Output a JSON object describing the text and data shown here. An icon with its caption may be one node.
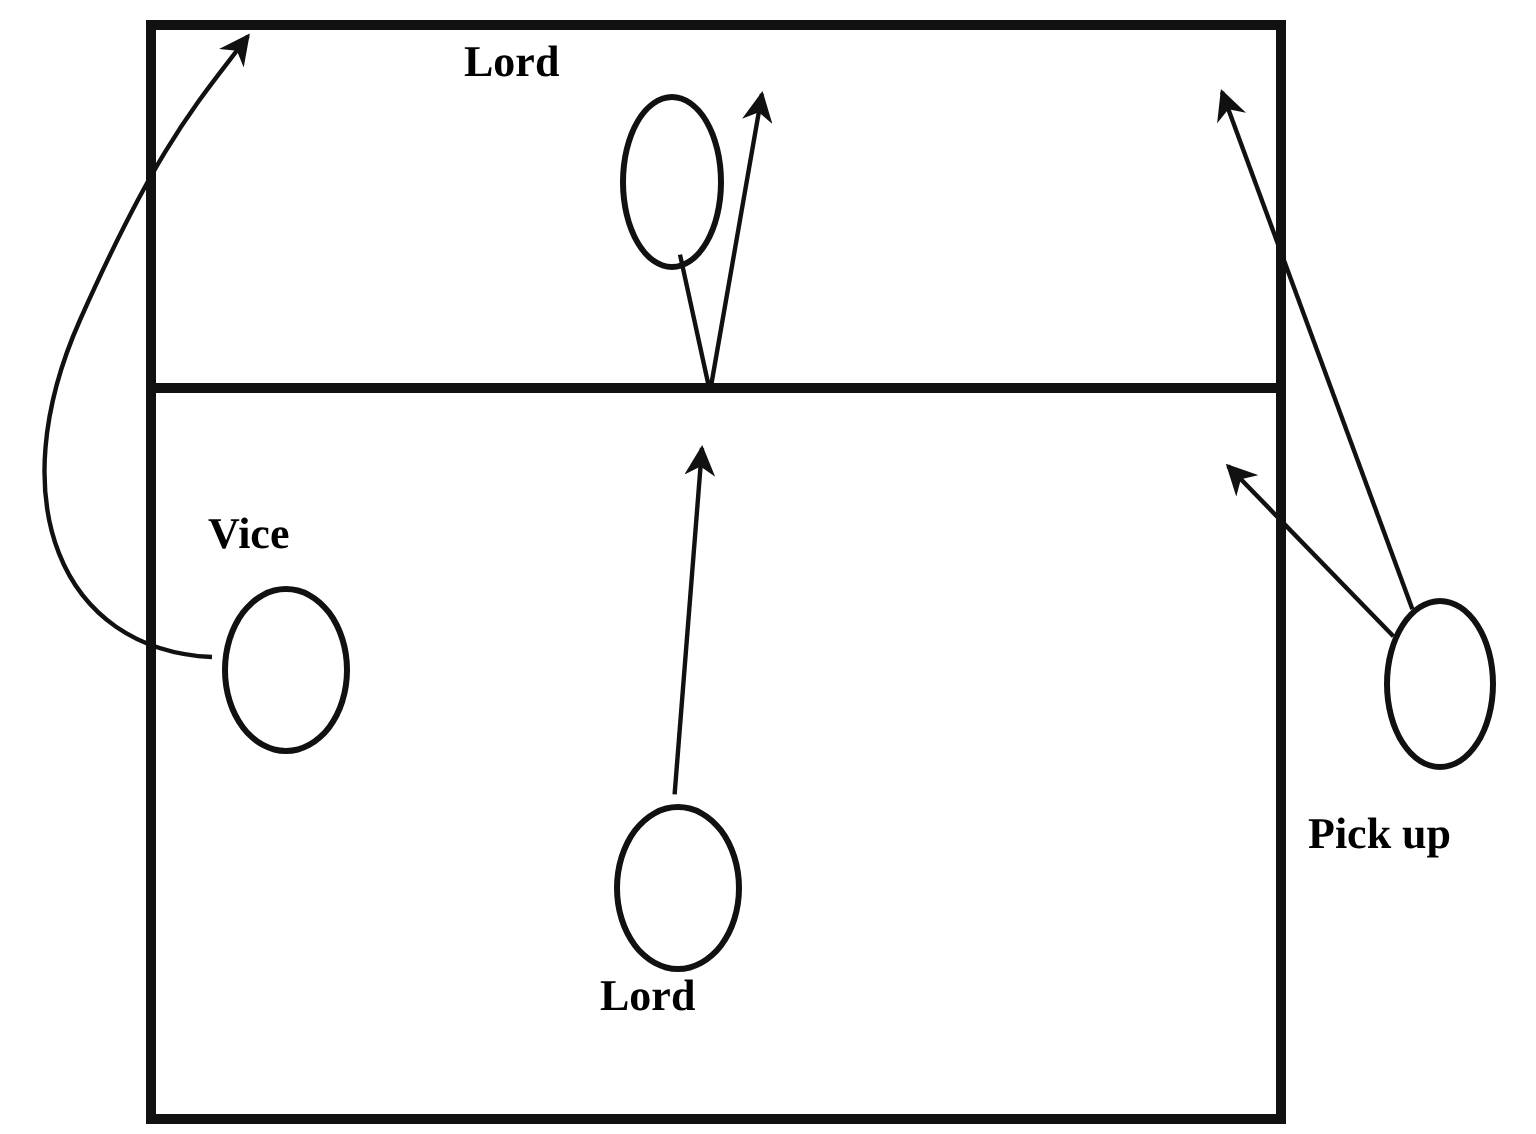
{
  "diagram": {
    "nodes": [
      {
        "text": [],
        "shape": "box"
      },
      {
        "text": [],
        "shape": "circle",
        "beside": [
          "Lord"
        ],
        "in": 0
      },
      {
        "text": [],
        "shape": "circle",
        "beside": [
          "Vice"
        ],
        "in": 0
      },
      {
        "text": [],
        "shape": "circle",
        "beside": [
          "Lord"
        ],
        "in": 0
      },
      {
        "text": [],
        "shape": "circle",
        "beside": [
          "Pick up"
        ]
      }
    ],
    "edges": [
      {
        "from": 2,
        "to": null,
        "arrow": "to"
      },
      {
        "from": 1,
        "to": null,
        "arrow": "to"
      },
      {
        "from": 3,
        "to": null,
        "arrow": "to"
      },
      {
        "from": 4,
        "to": null,
        "arrow": "to"
      },
      {
        "from": 4,
        "to": null,
        "arrow": "to"
      }
    ]
  }
}
